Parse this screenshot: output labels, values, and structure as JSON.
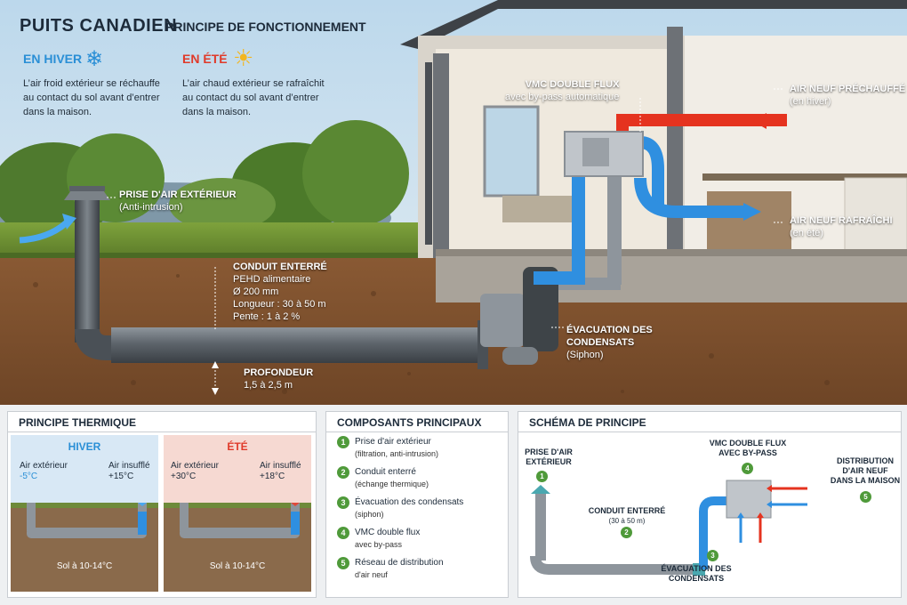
{
  "header": {
    "title": "PUITS CANADIEN",
    "subtitle": "PRINCIPE DE FONCTIONNEMENT"
  },
  "winter": {
    "heading": "EN HIVER",
    "text": "L’air froid extérieur se réchauffe au contact du sol avant d’entrer dans la maison.",
    "icon": "snowflake-icon"
  },
  "summer": {
    "heading": "EN ÉTÉ",
    "text": "L’air chaud extérieur se rafraîchit au contact du sol avant d’entrer dans la maison.",
    "icon": "sun-icon"
  },
  "labels": {
    "intake_title": "PRISE D'AIR EXTÉRIEUR",
    "intake_sub": "(Anti-intrusion)",
    "duct_title": "CONDUIT ENTERRÉ",
    "duct_lines": [
      "PEHD alimentaire",
      "Ø 200 mm",
      "Longueur : 30 à 50 m",
      "Pente : 1 à 2 %"
    ],
    "depth_title": "PROFONDEUR",
    "depth_value": "1,5 à 2,5 m",
    "vmc_title": "VMC DOUBLE FLUX",
    "vmc_sub": "avec by-pass automatique",
    "preheated_title": "AIR NEUF PRÉCHAUFFÉ",
    "preheated_sub": "(en hiver)",
    "cooled_title": "AIR NEUF RAFRAÎCHI",
    "cooled_sub": "(en été)",
    "condensate_title_1": "ÉVACUATION DES",
    "condensate_title_2": "CONDENSATS",
    "condensate_sub": "(Siphon)"
  },
  "thermal": {
    "title": "PRINCIPE THERMIQUE",
    "winter": {
      "label": "HIVER",
      "ext_label": "Air extérieur",
      "ext_value": "-5°C",
      "in_label": "Air insufflé",
      "in_value": "+15°C",
      "soil": "Sol à 10-14°C"
    },
    "summer": {
      "label": "ÉTÉ",
      "ext_label": "Air extérieur",
      "ext_value": "+30°C",
      "in_label": "Air insufflé",
      "in_value": "+18°C",
      "soil": "Sol à 10-14°C"
    }
  },
  "components": {
    "title": "COMPOSANTS PRINCIPAUX",
    "items": [
      {
        "num": "1",
        "main": "Prise d'air extérieur",
        "sub": "(filtration, anti-intrusion)"
      },
      {
        "num": "2",
        "main": "Conduit enterré",
        "sub": "(échange thermique)"
      },
      {
        "num": "3",
        "main": "Évacuation des condensats",
        "sub": "(siphon)"
      },
      {
        "num": "4",
        "main": "VMC double flux",
        "sub": "avec by-pass"
      },
      {
        "num": "5",
        "main": "Réseau de distribution",
        "sub": "d'air neuf"
      }
    ]
  },
  "schema": {
    "title": "SCHÉMA DE PRINCIPE",
    "intake": {
      "l1": "PRISE D'AIR",
      "l2": "EXTÉRIEUR",
      "num": "1"
    },
    "duct": {
      "l1": "CONDUIT ENTERRÉ",
      "l2": "(30 à 50 m)",
      "num": "2"
    },
    "condensate": {
      "l1": "ÉVACUATION DES",
      "l2": "CONDENSATS",
      "num": "3"
    },
    "vmc": {
      "l1": "VMC DOUBLE FLUX",
      "l2": "AVEC BY-PASS",
      "num": "4"
    },
    "distribution": {
      "l1": "DISTRIBUTION",
      "l2": "D'AIR NEUF",
      "l3": "DANS LA MAISON",
      "num": "5"
    }
  },
  "colors": {
    "winter_blue": "#2a8fd6",
    "summer_red": "#e03a2a",
    "green": "#4f9a3a",
    "dark": "#1d2b3a"
  }
}
